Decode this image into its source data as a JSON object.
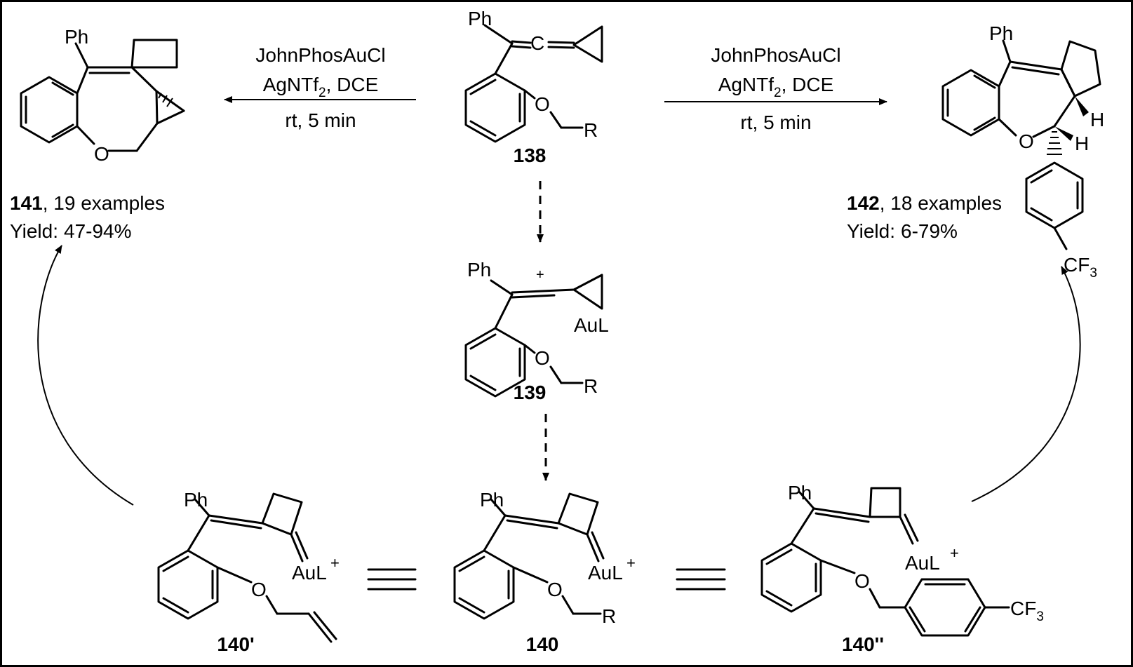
{
  "reaction_left": {
    "reagent_line1": "JohnPhosAuCl",
    "reagent_line2": "AgNTf",
    "reagent_line2_sub": "2",
    "reagent_line2_tail": ", DCE",
    "conditions": "rt, 5 min"
  },
  "reaction_right": {
    "reagent_line1": "JohnPhosAuCl",
    "reagent_line2": "AgNTf",
    "reagent_line2_sub": "2",
    "reagent_line2_tail": ", DCE",
    "conditions": "rt, 5 min"
  },
  "compounds": {
    "c138": {
      "id": "138",
      "ph": "Ph",
      "o": "O",
      "r": "R"
    },
    "c139": {
      "id": "139",
      "ph": "Ph",
      "charge": "+",
      "metal": "AuL",
      "o": "O",
      "r": "R"
    },
    "c140": {
      "id": "140",
      "ph": "Ph",
      "metal": "AuL",
      "charge": "+",
      "o": "O",
      "r": "R"
    },
    "c140p": {
      "id": "140'",
      "ph": "Ph",
      "metal": "AuL",
      "charge": "+",
      "o": "O"
    },
    "c140pp": {
      "id": "140''",
      "ph": "Ph",
      "metal": "AuL",
      "charge": "+",
      "o": "O",
      "cf3_main": "CF",
      "cf3_sub": "3"
    },
    "c141": {
      "id": "141",
      "ph": "Ph",
      "o": "O",
      "examples": ", 19 examples",
      "yield_label": "Yield:",
      "yield": "47-94%"
    },
    "c142": {
      "id": "142",
      "ph": "Ph",
      "o": "O",
      "h": "H",
      "examples": ", 18 examples",
      "yield_label": "Yield:",
      "yield": "6-79%",
      "cf3_main": "CF",
      "cf3_sub": "3"
    }
  }
}
